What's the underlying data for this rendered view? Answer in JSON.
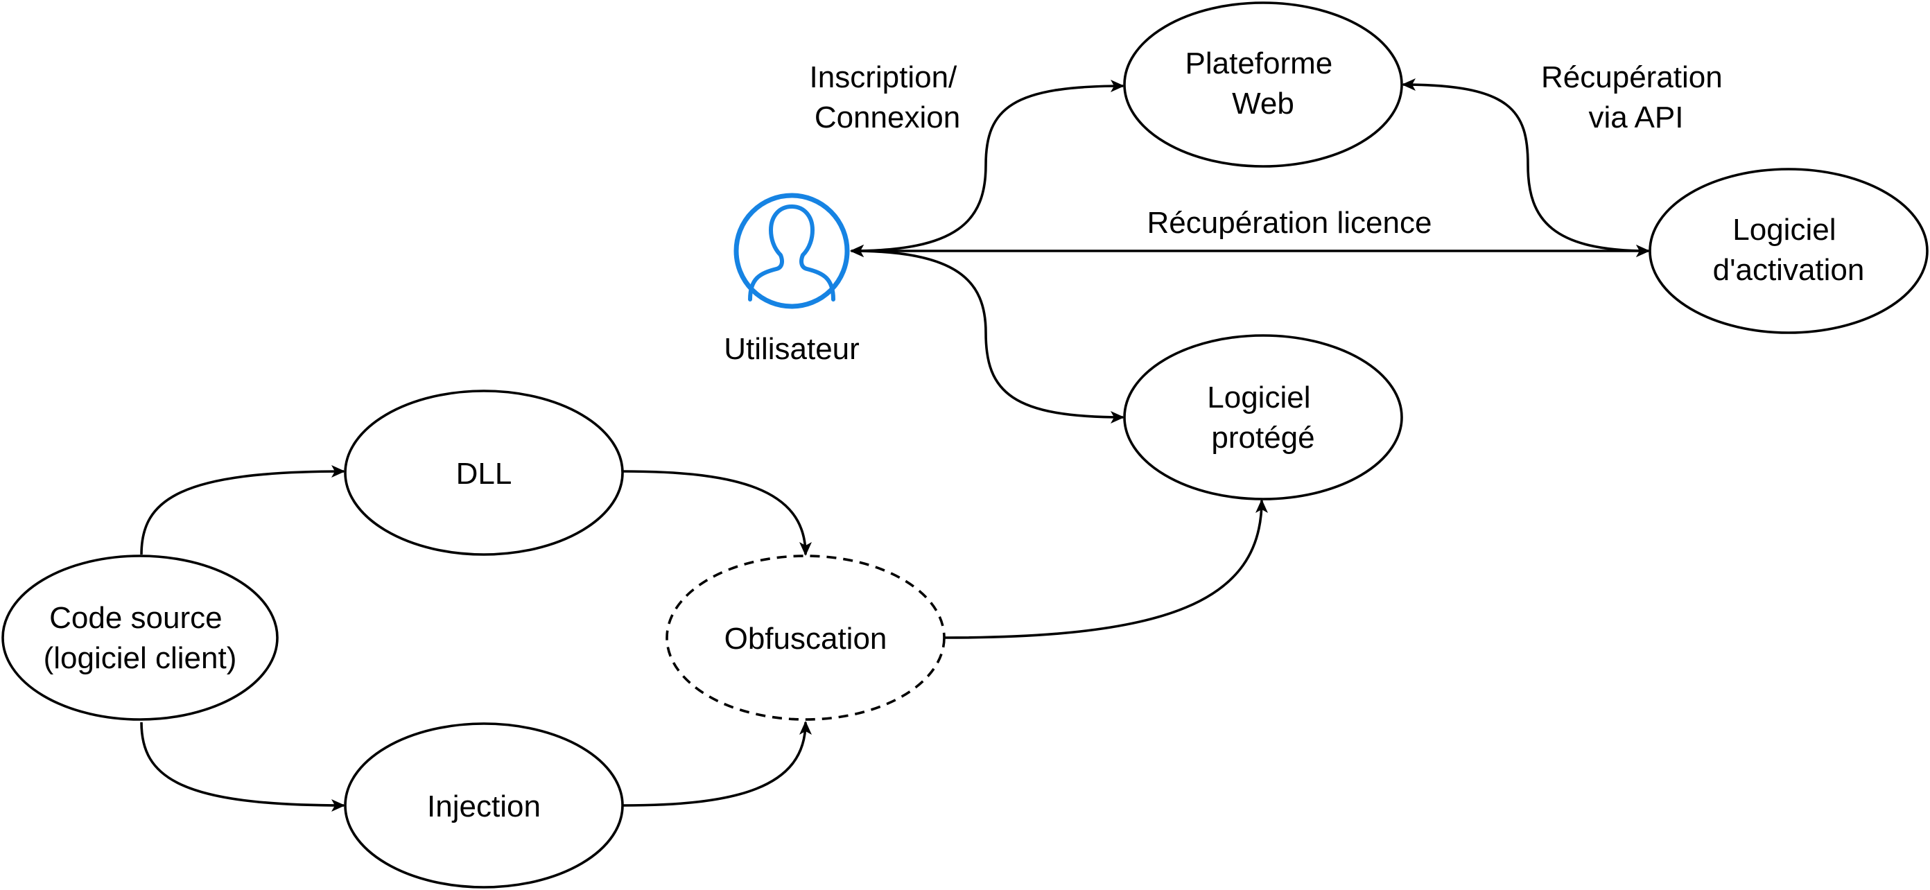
{
  "colors": {
    "stroke": "#000000",
    "background": "#ffffff",
    "user_icon": "#1683e3"
  },
  "nodes": {
    "plateforme_web": {
      "line1": "Plateforme",
      "line2": "Web"
    },
    "logiciel_activation": {
      "line1": "Logiciel",
      "line2": "d'activation"
    },
    "logiciel_protege": {
      "line1": "Logiciel",
      "line2": "protégé"
    },
    "dll": {
      "label": "DLL"
    },
    "code_source": {
      "line1": "Code source",
      "line2": "(logiciel client)"
    },
    "obfuscation": {
      "label": "Obfuscation"
    },
    "injection": {
      "label": "Injection"
    },
    "utilisateur": {
      "label": "Utilisateur",
      "icon": "user-icon"
    }
  },
  "edge_labels": {
    "inscription": {
      "line1": "Inscription/",
      "line2": "Connexion"
    },
    "recuperation_api": {
      "line1": "Récupération",
      "line2": "via API"
    },
    "recuperation_licence": "Récupération licence"
  }
}
